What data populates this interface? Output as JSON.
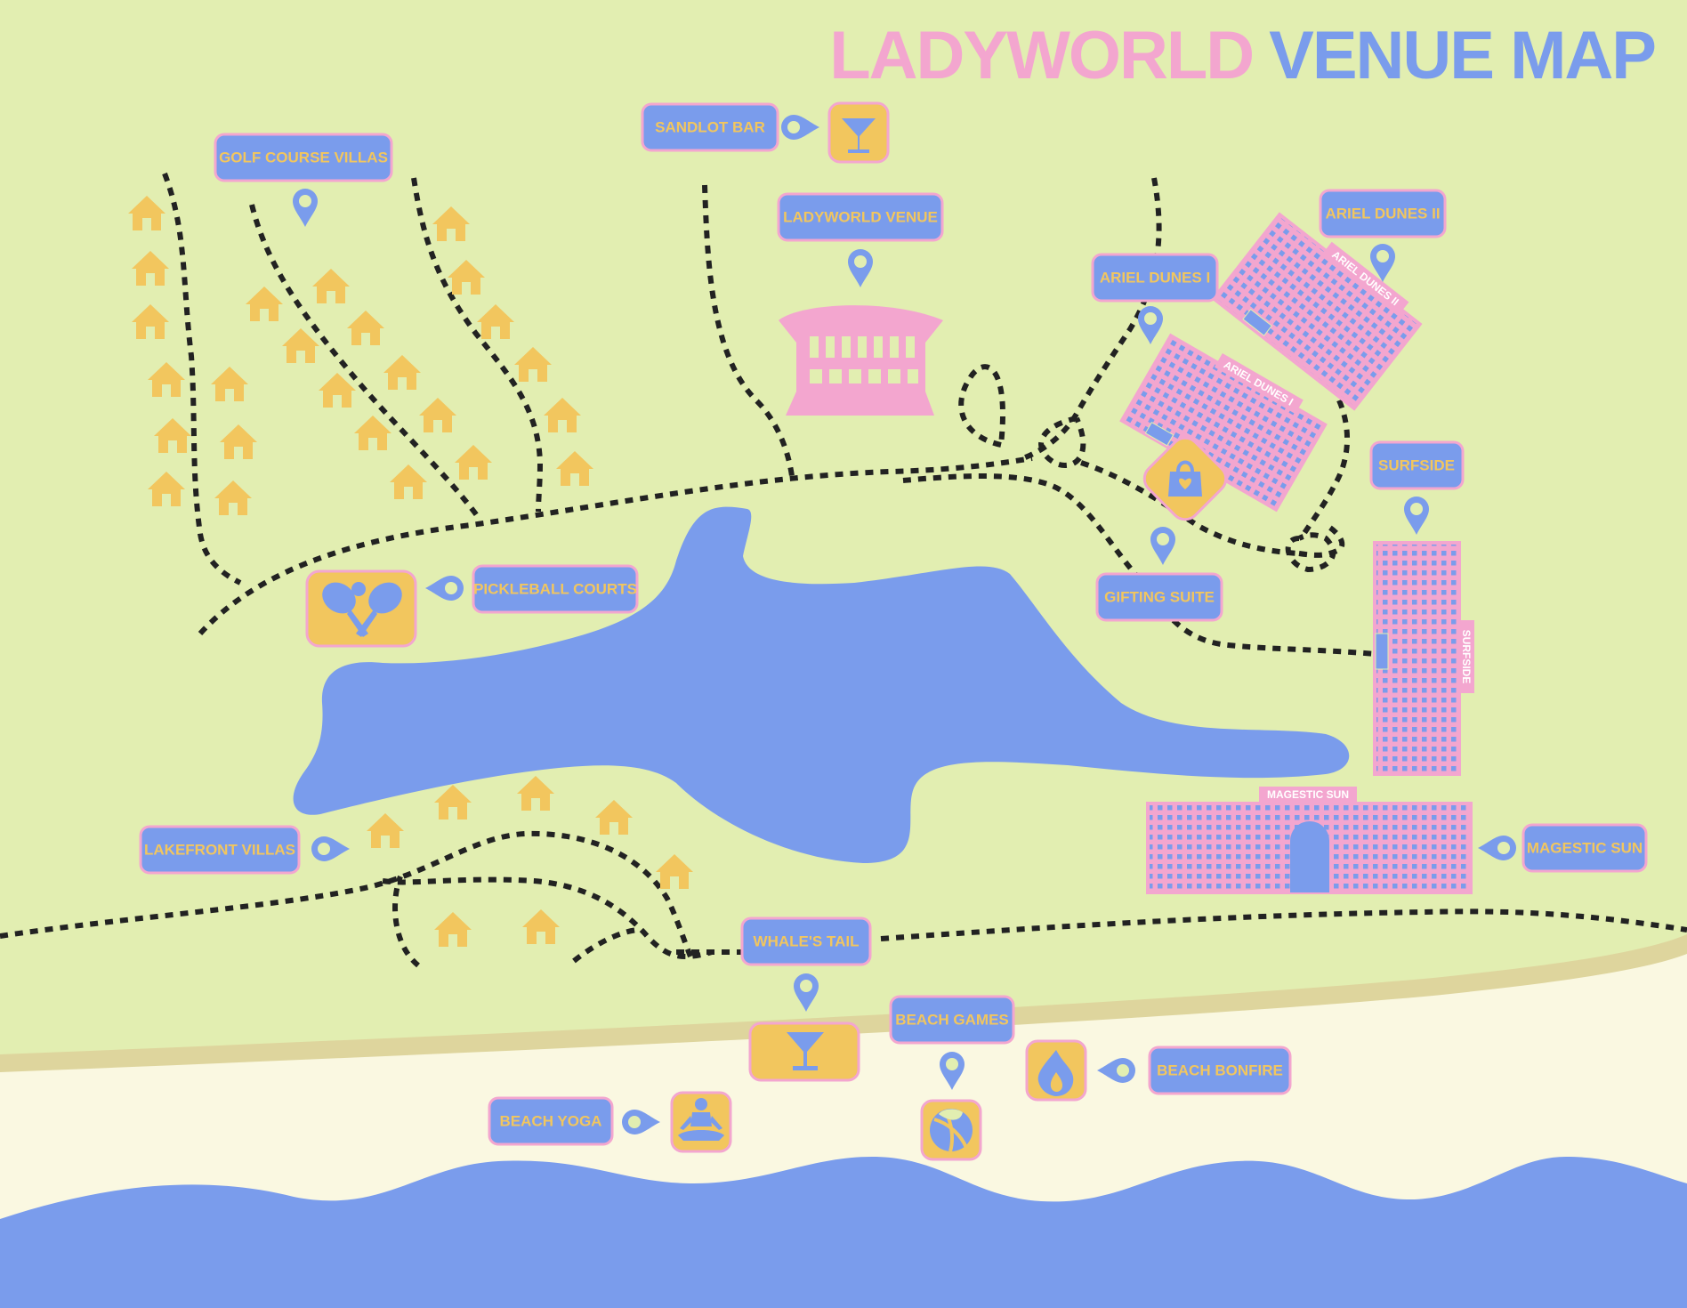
{
  "title": {
    "part1": "LADYWORLD",
    "part2": "VENUE MAP"
  },
  "colors": {
    "grass": "#e2eeb1",
    "water": "#7a9cec",
    "sand": "#faf8e1",
    "sand_edge": "#ded59d",
    "pink": "#f3a6cf",
    "yellow": "#f2c65e",
    "blue": "#7a9cec",
    "path": "#222222"
  },
  "labels": {
    "golf_course_villas": "GOLF COURSE VILLAS",
    "sandlot_bar": "SANDLOT BAR",
    "ladyworld_venue": "LADYWORLD VENUE",
    "ariel_dunes_1": "ARIEL DUNES I",
    "ariel_dunes_2": "ARIEL DUNES II",
    "surfside": "SURFSIDE",
    "gifting_suite": "GIFTING SUITE",
    "pickleball_courts": "PICKLEBALL COURTS",
    "lakefront_villas": "LAKEFRONT VILLAS",
    "magestic_sun": "MAGESTIC SUN",
    "whales_tail": "WHALE'S TAIL",
    "beach_games": "BEACH GAMES",
    "beach_bonfire": "BEACH BONFIRE",
    "beach_yoga": "BEACH YOGA"
  },
  "building_signs": {
    "ariel_dunes_1": "ARIEL DUNES I",
    "ariel_dunes_2": "ARIEL DUNES II",
    "surfside": "SURFSIDE",
    "magestic_sun": "MAGESTIC SUN"
  },
  "icons": {
    "sandlot_bar": "cocktail-icon",
    "whales_tail": "cocktail-icon",
    "gifting_suite": "gift-bag-icon",
    "pickleball_courts": "pickleball-icon",
    "beach_games": "beach-ball-icon",
    "beach_bonfire": "fire-icon",
    "beach_yoga": "yoga-icon",
    "location": "map-pin-icon",
    "villa": "house-icon"
  }
}
